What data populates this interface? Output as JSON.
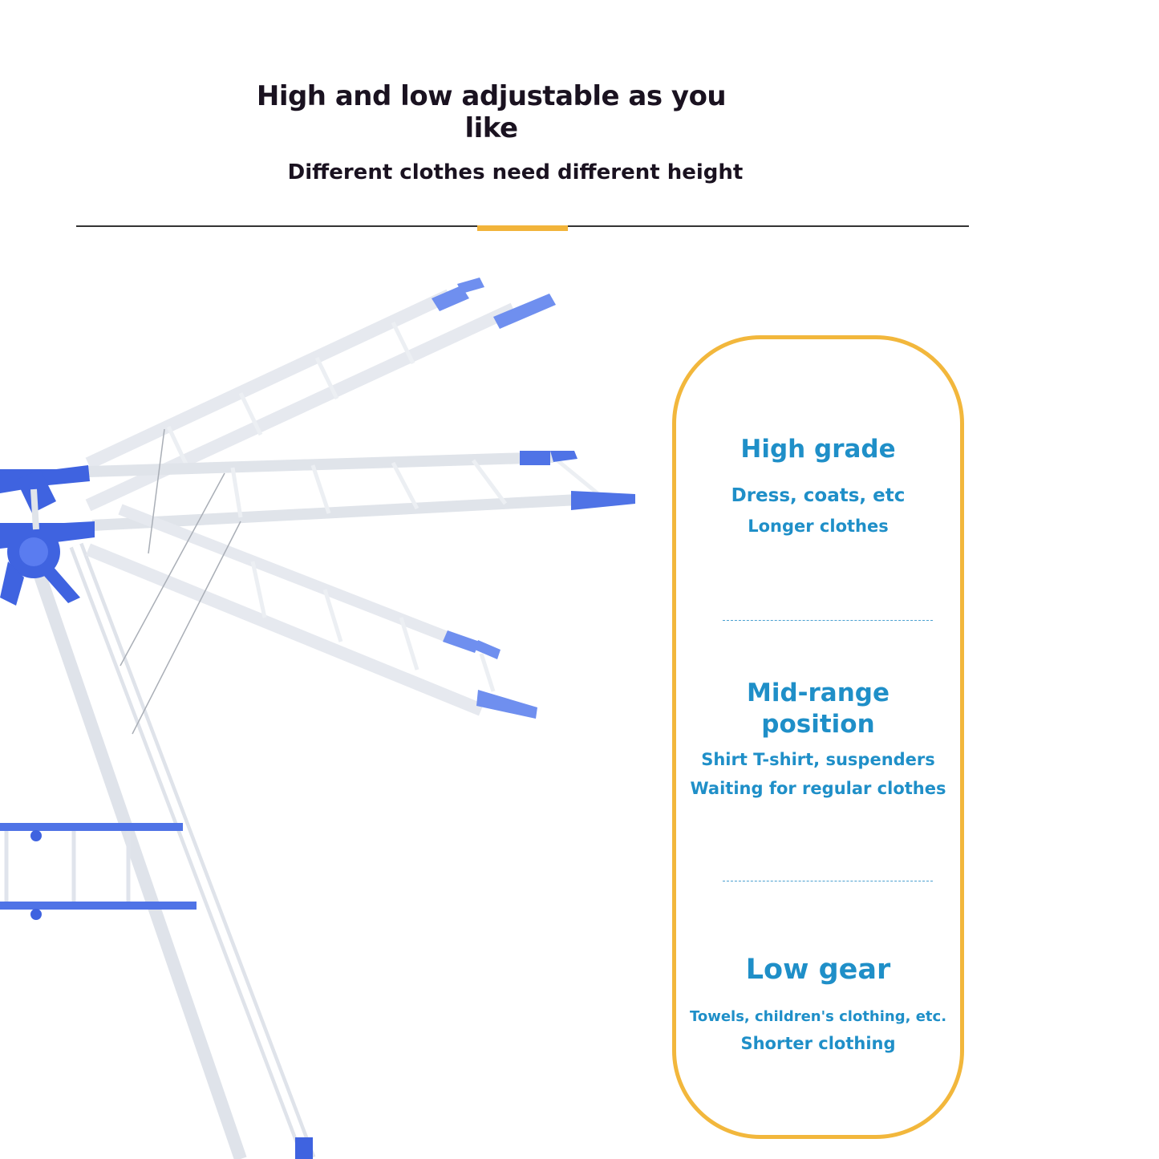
{
  "header": {
    "title": "High and low adjustable as you like",
    "subtitle": "Different clothes need different height"
  },
  "colors": {
    "accent": "#f2b43a",
    "text_blue": "#1f8fc8",
    "rack_blue": "#3f63e0"
  },
  "card": {
    "high": {
      "heading": "High grade",
      "line1": "Dress, coats, etc",
      "line2": "Longer clothes"
    },
    "mid": {
      "heading_line1": "Mid-range",
      "heading_line2": "position",
      "line1": "Shirt T-shirt, suspenders",
      "line2": "Waiting for regular clothes"
    },
    "low": {
      "heading": "Low gear",
      "line1": "Towels, children's clothing, etc.",
      "line2": "Shorter clothing"
    }
  }
}
